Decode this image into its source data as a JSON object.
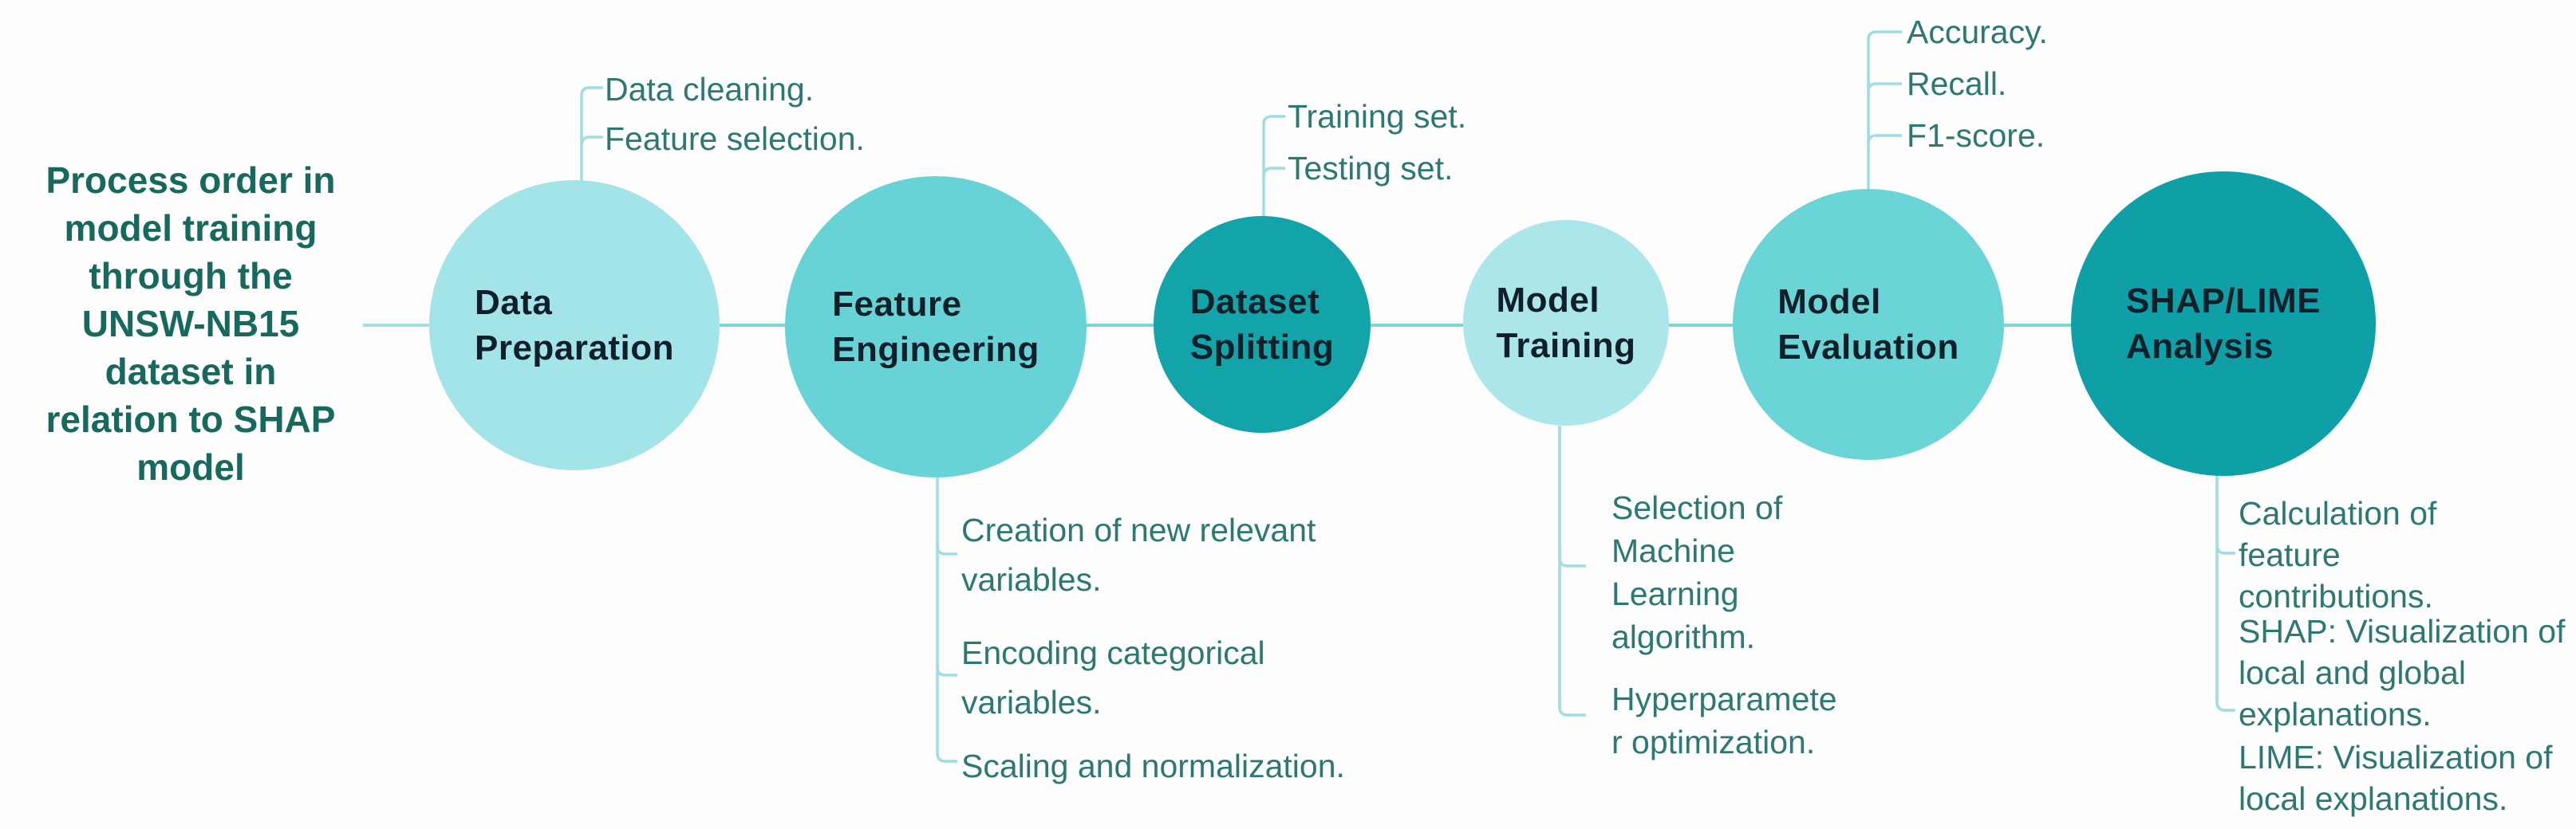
{
  "title": {
    "lines": "Process order in\nmodel training\nthrough the\nUNSW-NB15\ndataset in\nrelation to SHAP\nmodel"
  },
  "steps": [
    {
      "label": "Data\nPreparation",
      "color": "#a3e4e9",
      "annotations_position": "above",
      "annotations": [
        "Data cleaning.",
        "Feature selection."
      ]
    },
    {
      "label": "Feature\nEngineering",
      "color": "#68d3d6",
      "annotations_position": "below",
      "annotations": [
        "Creation of new relevant\nvariables.",
        "Encoding categorical\nvariables.",
        "Scaling and normalization."
      ]
    },
    {
      "label": "Dataset\nSplitting",
      "color": "#13a4aa",
      "annotations_position": "above",
      "annotations": [
        "Training set.",
        "Testing set."
      ]
    },
    {
      "label": "Model\nTraining",
      "color": "#abe6ea",
      "annotations_position": "below",
      "annotations": [
        "Selection of\nMachine\nLearning\nalgorithm.",
        "Hyperparamete\nr optimization."
      ]
    },
    {
      "label": "Model\nEvaluation",
      "color": "#6ad4d7",
      "annotations_position": "above",
      "annotations": [
        "Accuracy.",
        "Recall.",
        "F1-score."
      ]
    },
    {
      "label": "SHAP/LIME\nAnalysis",
      "color": "#0fa0a7",
      "annotations_position": "below",
      "annotations": [
        "Calculation of\nfeature\ncontributions.",
        "SHAP: Visualization of\nlocal and global\nexplanations.",
        "LIME: Visualization of\nlocal explanations."
      ]
    }
  ],
  "colors": {
    "background": "#fdfdfd",
    "title_text": "#17695e",
    "annotation_text": "#2c7872",
    "circle_label_text": "#10202b",
    "main_connector": "#7cd4d3",
    "branch_connector": "#9edde1",
    "title_stub_connector": "#a6e0e4"
  }
}
